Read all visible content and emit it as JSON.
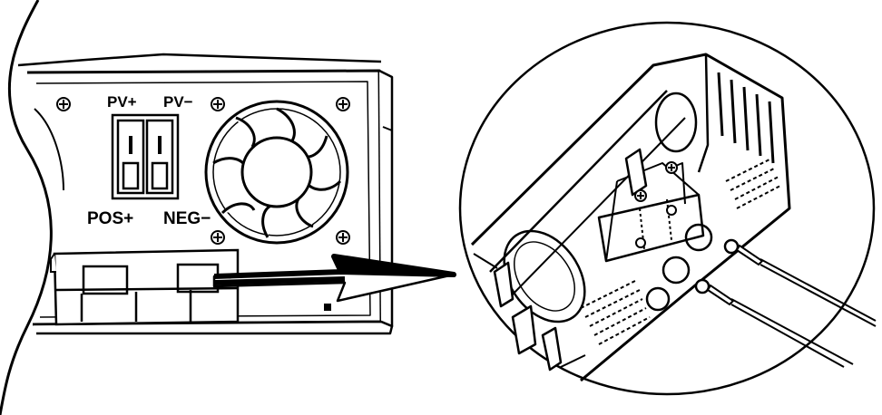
{
  "labels": {
    "pv_plus": "PV+",
    "pv_minus": "PV−",
    "pos_plus": "POS+",
    "neg_minus": "NEG−"
  },
  "colors": {
    "ink": "#000000",
    "paper": "#ffffff"
  },
  "icons": [
    "screw-icon",
    "fan-icon",
    "arrow-icon",
    "ring-terminal-icon"
  ]
}
